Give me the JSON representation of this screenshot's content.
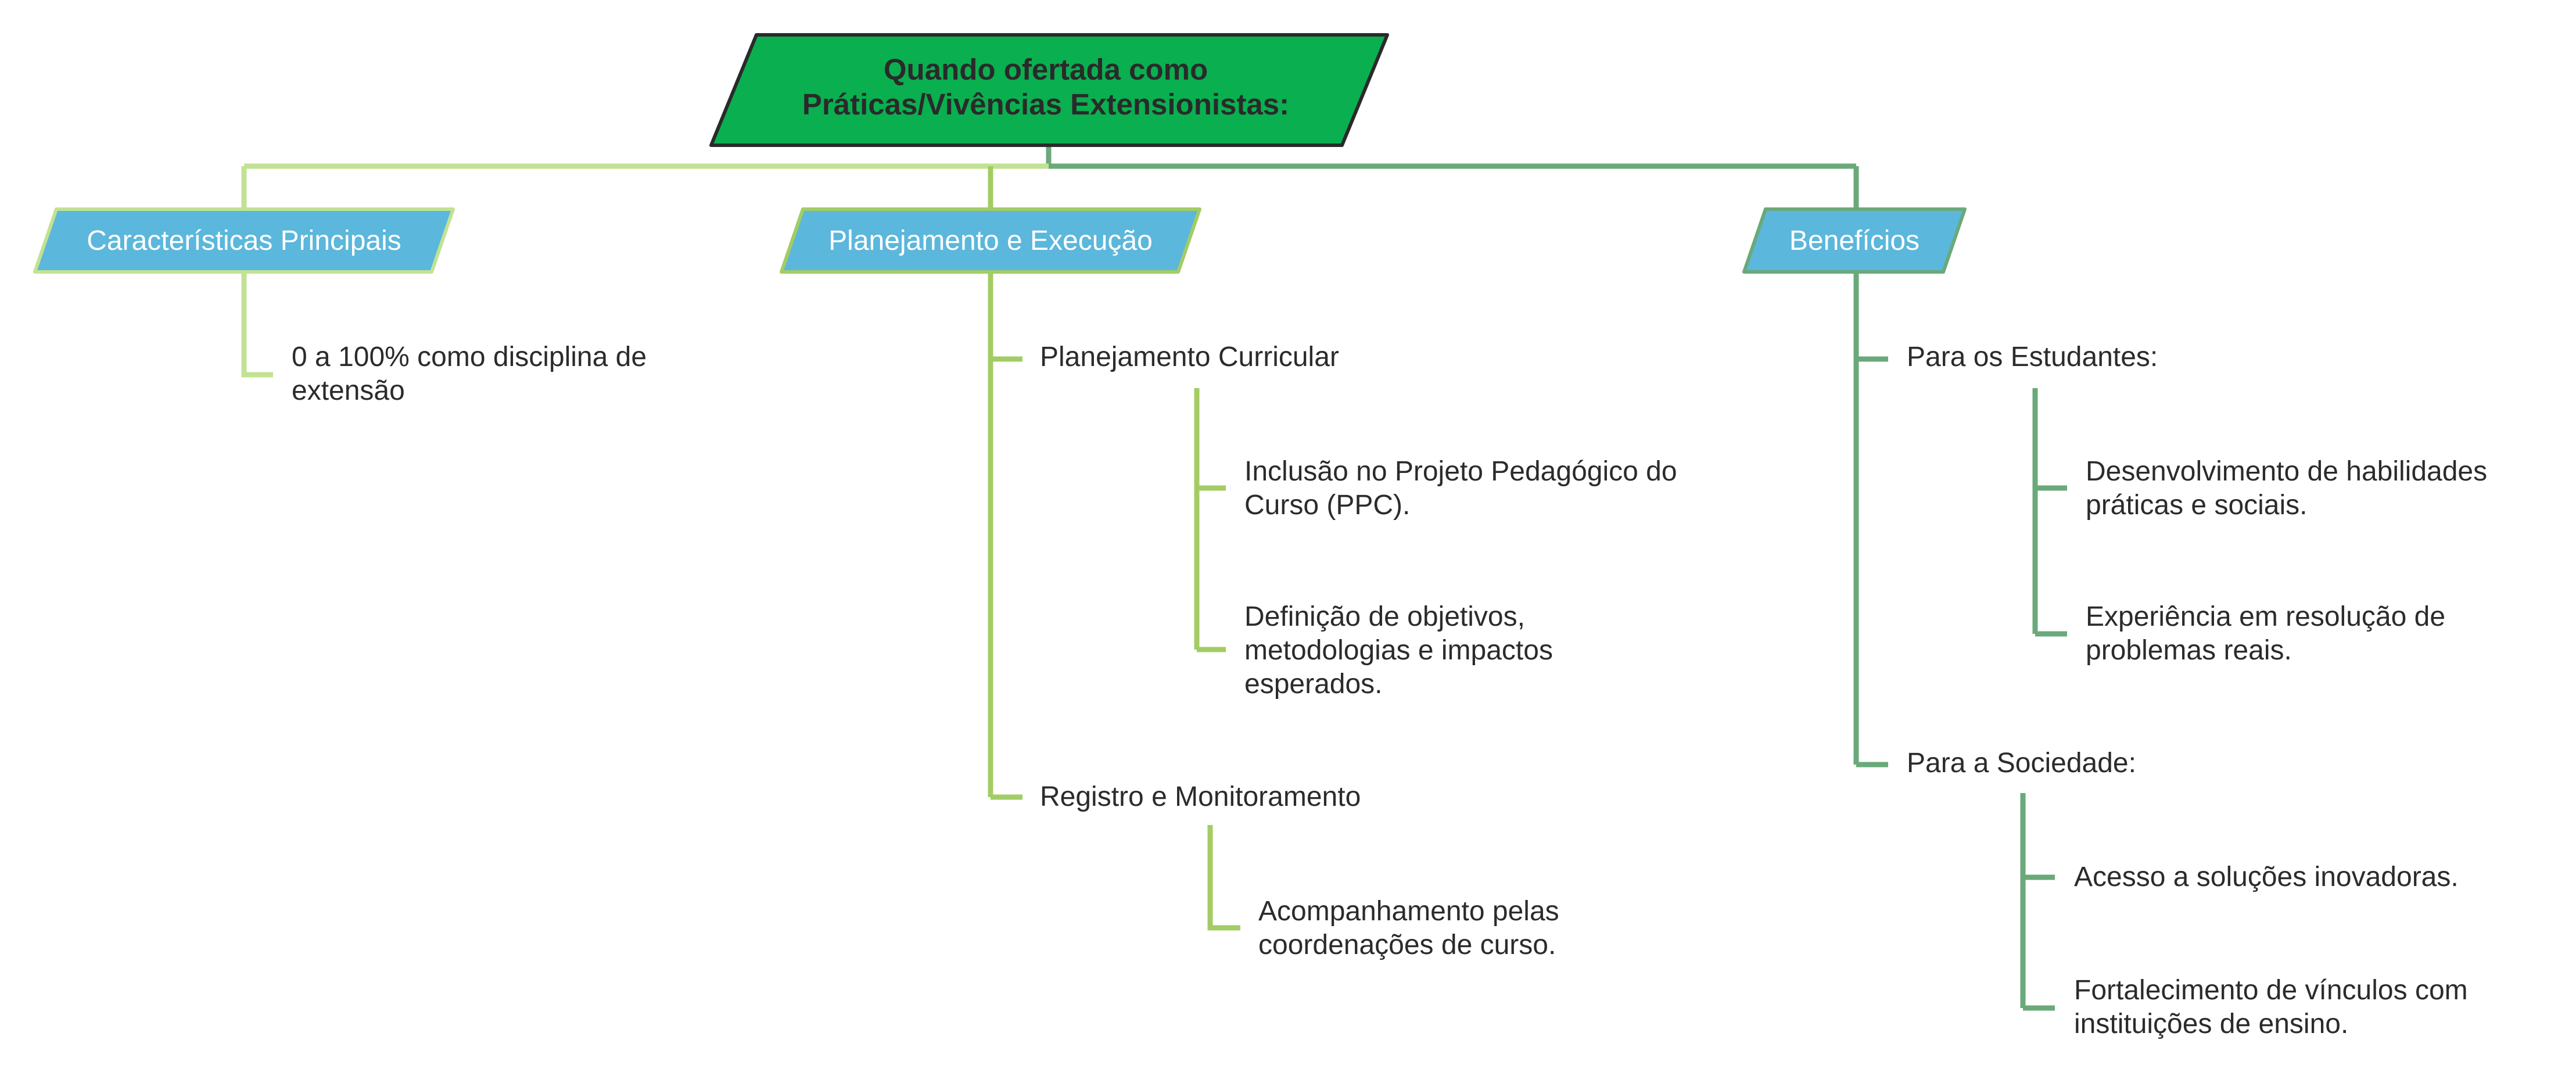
{
  "root": {
    "line1": "Quando ofertada como",
    "line2": "Práticas/Vivências Extensionistas:"
  },
  "branches": [
    {
      "label": "Características Principais",
      "items": [
        {
          "lines": [
            "0 a 100% como disciplina de",
            "extensão"
          ]
        }
      ]
    },
    {
      "label": "Planejamento e Execução",
      "items": [
        {
          "label": "Planejamento Curricular",
          "children": [
            {
              "lines": [
                "Inclusão no Projeto Pedagógico do",
                "Curso (PPC)."
              ]
            },
            {
              "lines": [
                "Definição de objetivos,",
                "metodologias e impactos",
                "esperados."
              ]
            }
          ]
        },
        {
          "label": "Registro e Monitoramento",
          "children": [
            {
              "lines": [
                "Acompanhamento pelas",
                "coordenações de curso."
              ]
            }
          ]
        }
      ]
    },
    {
      "label": "Benefícios",
      "items": [
        {
          "label": "Para os Estudantes:",
          "children": [
            {
              "lines": [
                "Desenvolvimento de habilidades",
                "práticas e sociais."
              ]
            },
            {
              "lines": [
                "Experiência em resolução de",
                "problemas reais."
              ]
            }
          ]
        },
        {
          "label": "Para a Sociedade:",
          "children": [
            {
              "lines": [
                "Acesso a soluções inovadoras."
              ]
            },
            {
              "lines": [
                "Fortalecimento de vínculos com",
                "instituições de ensino."
              ]
            }
          ]
        }
      ]
    }
  ],
  "colors": {
    "root_fill": "#0aaf50",
    "root_stroke": "#2a2a2a",
    "branch_fill": "#5bb7dc",
    "branch_text": "#ffffff",
    "line_light": "#c2e293",
    "line_mid": "#a3cc64",
    "line_dark": "#6aa97a",
    "text": "#2b2b2b"
  }
}
